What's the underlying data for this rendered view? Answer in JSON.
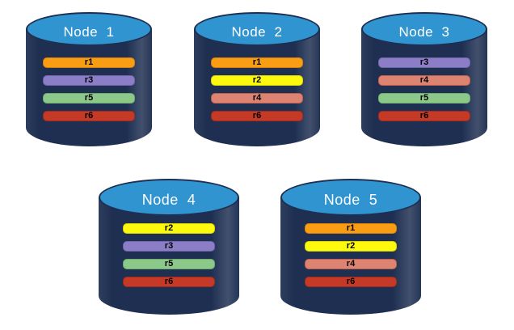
{
  "colors": {
    "background": "#FFFFFF",
    "cylinder_body": "#1E2F51",
    "cylinder_top_fill": "#3094D1",
    "cylinder_outline": "#1E2F51",
    "title_text": "#FFFFFF",
    "bar_text": "#000000"
  },
  "replica_colors": {
    "r1": {
      "fill": "#F99D14",
      "border": "#D97F06"
    },
    "r2": {
      "fill": "#FCF90E",
      "border": "#D8D400"
    },
    "r3": {
      "fill": "#8C7EC6",
      "border": "#7263AC"
    },
    "r4": {
      "fill": "#DC8372",
      "border": "#C05E4C"
    },
    "r5": {
      "fill": "#8CC88A",
      "border": "#6CAE6A"
    },
    "r6": {
      "fill": "#C43A26",
      "border": "#9C2C1B"
    }
  },
  "nodes": [
    {
      "title": "Node  1",
      "replicas": [
        "r1",
        "r3",
        "r5",
        "r6"
      ]
    },
    {
      "title": "Node  2",
      "replicas": [
        "r1",
        "r2",
        "r4",
        "r6"
      ]
    },
    {
      "title": "Node  3",
      "replicas": [
        "r3",
        "r4",
        "r5",
        "r6"
      ]
    },
    {
      "title": "Node  4",
      "replicas": [
        "r2",
        "r3",
        "r5",
        "r6"
      ]
    },
    {
      "title": "Node  5",
      "replicas": [
        "r1",
        "r2",
        "r4",
        "r6"
      ]
    }
  ]
}
